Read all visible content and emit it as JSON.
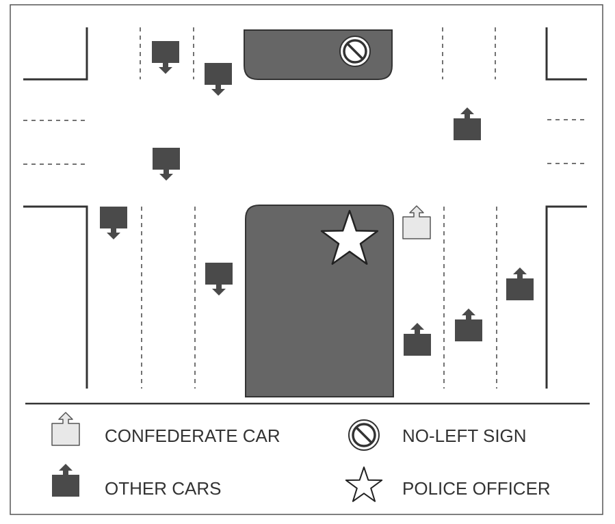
{
  "legend": {
    "confederate_car": "CONFEDERATE CAR",
    "no_left_sign": "NO-LEFT SIGN",
    "other_cars": "OTHER CARS",
    "police_officer": "POLICE OFFICER"
  },
  "colors": {
    "median": "#666666",
    "other_car": "#4a4a4a",
    "confederate_car": "#e8e8e8",
    "line": "#333333",
    "background": "#ffffff"
  }
}
